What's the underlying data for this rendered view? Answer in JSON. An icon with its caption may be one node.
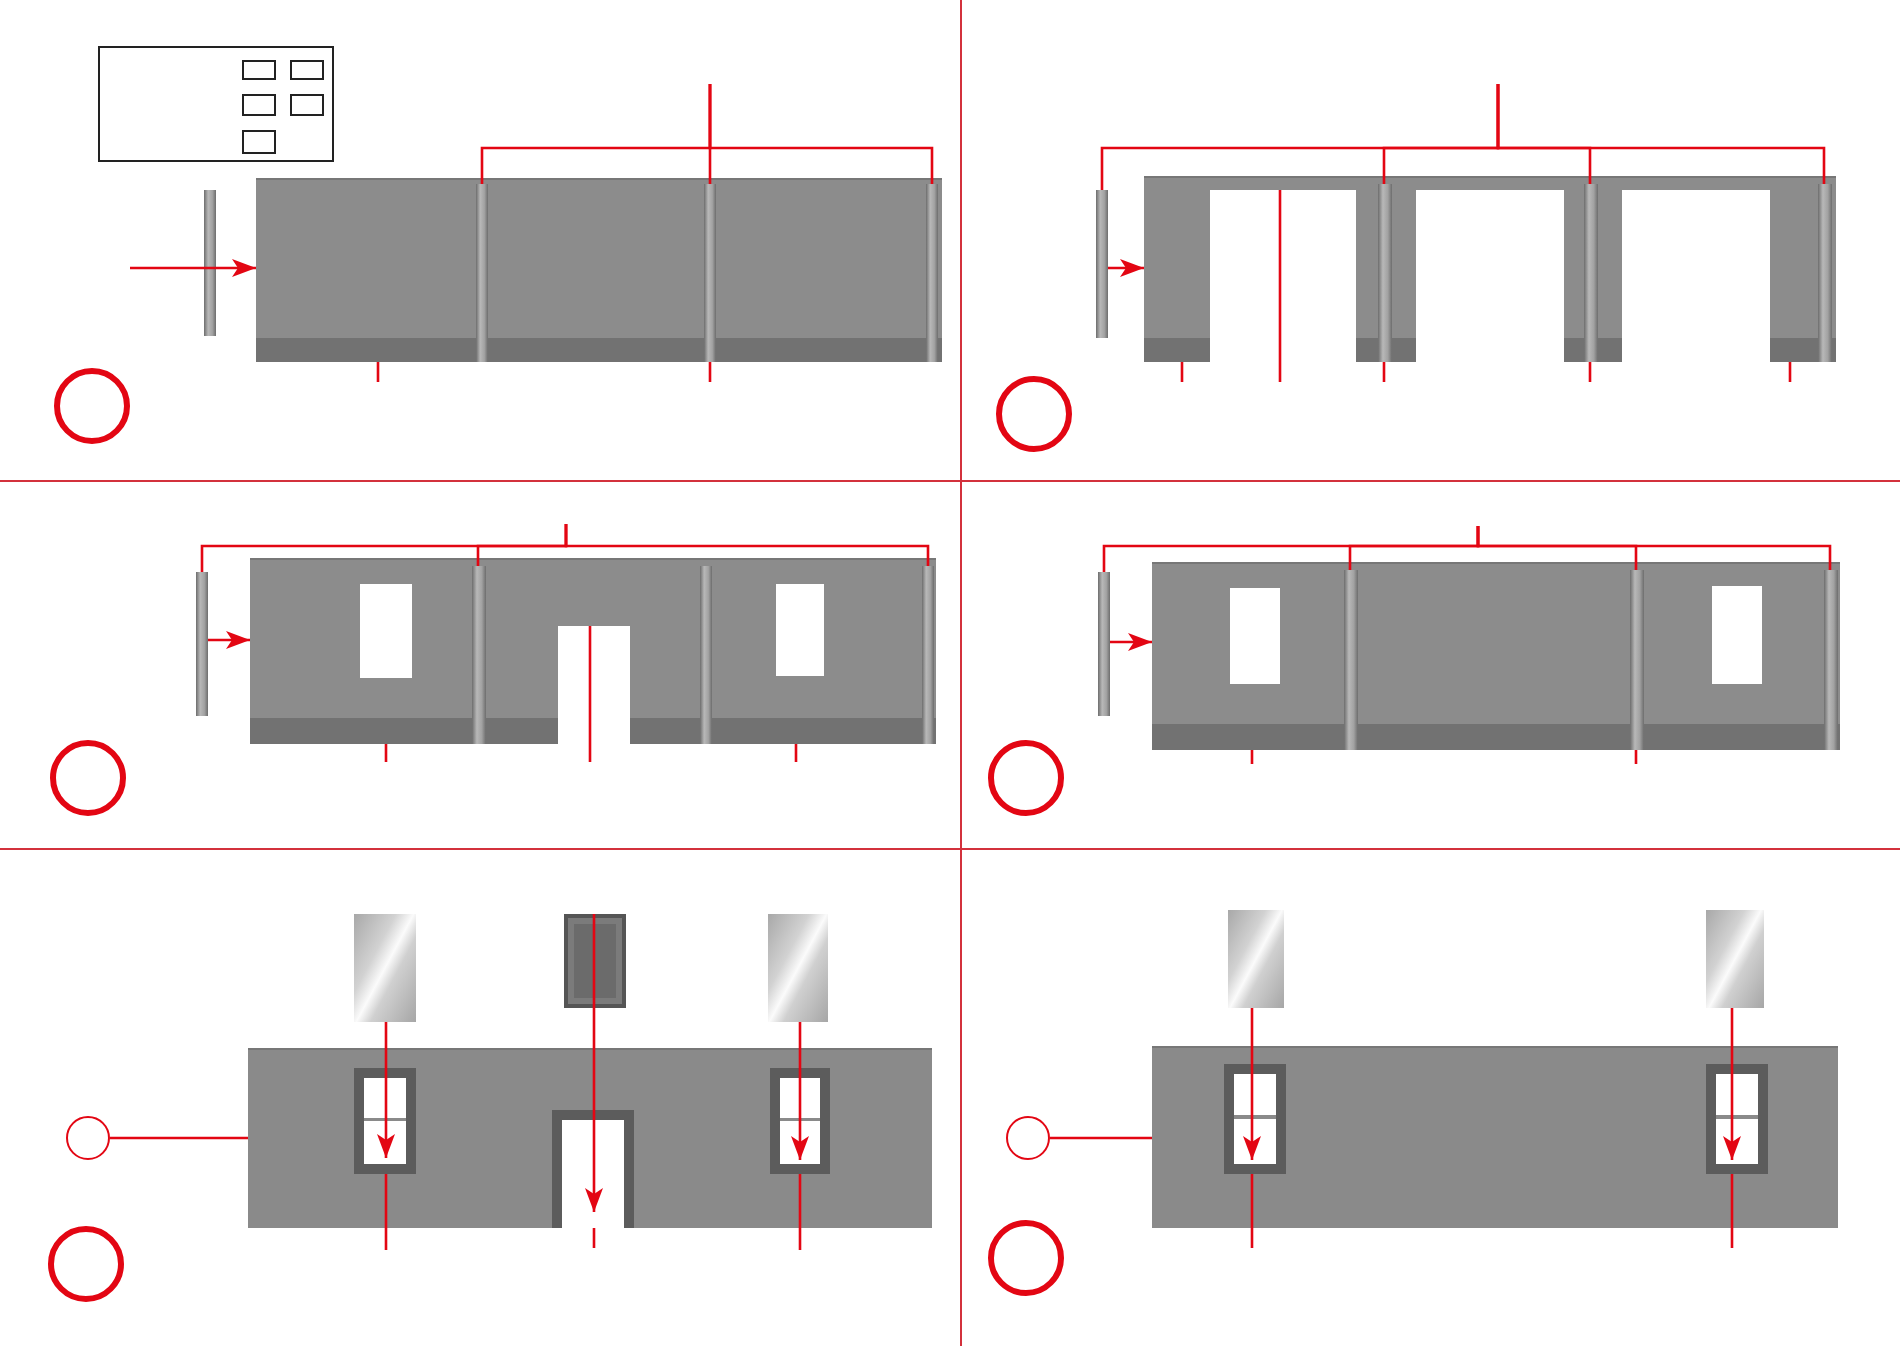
{
  "diagram": {
    "nodes": [
      {
        "text": [],
        "shape": "bar"
      },
      {
        "text": [],
        "shape": "picture"
      },
      {
        "text": [],
        "shape": "bar",
        "in": 1
      },
      {
        "text": [],
        "shape": "bar",
        "in": 1
      },
      {
        "text": [],
        "shape": "bar",
        "in": 1
      },
      {
        "text": [],
        "shape": "circle"
      },
      {
        "text": [],
        "shape": "bar"
      },
      {
        "text": [],
        "shape": "picture"
      },
      {
        "text": [],
        "shape": "bar",
        "in": 7
      },
      {
        "text": [],
        "shape": "bar",
        "in": 7
      },
      {
        "text": [],
        "shape": "bar",
        "in": 7
      },
      {
        "text": [],
        "shape": "circle"
      },
      {
        "text": [],
        "shape": "bar"
      },
      {
        "text": [],
        "shape": "picture"
      },
      {
        "text": [],
        "shape": "bar",
        "in": 13
      },
      {
        "text": [],
        "shape": "bar",
        "in": 13
      },
      {
        "text": [],
        "shape": "bar",
        "in": 13
      },
      {
        "text": [],
        "shape": "circle"
      },
      {
        "text": [],
        "shape": "bar"
      },
      {
        "text": [],
        "shape": "picture"
      },
      {
        "text": [],
        "shape": "bar",
        "in": 19
      },
      {
        "text": [],
        "shape": "bar",
        "in": 19
      },
      {
        "text": [],
        "shape": "bar",
        "in": 19
      },
      {
        "text": [],
        "shape": "circle"
      },
      {
        "text": [],
        "shape": "picture"
      },
      {
        "text": [],
        "shape": "picture"
      },
      {
        "text": [],
        "shape": "picture"
      },
      {
        "text": [],
        "shape": "picture"
      },
      {
        "text": [],
        "shape": "box",
        "in": 27
      },
      {
        "text": [],
        "shape": "box",
        "in": 27
      },
      {
        "text": [],
        "shape": "box",
        "in": 27
      },
      {
        "text": [],
        "shape": "circle"
      },
      {
        "text": [],
        "shape": "circle"
      },
      {
        "text": [],
        "shape": "picture"
      },
      {
        "text": [],
        "shape": "picture"
      },
      {
        "text": [],
        "shape": "picture"
      },
      {
        "text": [],
        "shape": "box",
        "in": 35
      },
      {
        "text": [],
        "shape": "box",
        "in": 35
      },
      {
        "text": [],
        "shape": "circle"
      },
      {
        "text": [],
        "shape": "circle"
      }
    ],
    "edges": [
      {
        "from": null,
        "to": 1,
        "arrow": "to"
      },
      {
        "from": null,
        "to": 2,
        "arrow": "none"
      },
      {
        "from": null,
        "to": 3,
        "arrow": "none"
      },
      {
        "from": null,
        "to": 4,
        "arrow": "none"
      },
      {
        "from": null,
        "to": 1,
        "arrow": "none"
      },
      {
        "from": null,
        "to": 3,
        "arrow": "none"
      },
      {
        "from": 6,
        "to": 7,
        "arrow": "to"
      },
      {
        "from": null,
        "to": 6,
        "arrow": "none"
      },
      {
        "from": null,
        "to": 8,
        "arrow": "none"
      },
      {
        "from": null,
        "to": 9,
        "arrow": "none"
      },
      {
        "from": null,
        "to": 10,
        "arrow": "none"
      },
      {
        "from": null,
        "to": 7,
        "arrow": "none"
      },
      {
        "from": null,
        "to": 7,
        "arrow": "none"
      },
      {
        "from": null,
        "to": 8,
        "arrow": "none"
      },
      {
        "from": null,
        "to": 9,
        "arrow": "none"
      },
      {
        "from": null,
        "to": 7,
        "arrow": "none"
      },
      {
        "from": 12,
        "to": 13,
        "arrow": "to"
      },
      {
        "from": null,
        "to": 12,
        "arrow": "none"
      },
      {
        "from": null,
        "to": 14,
        "arrow": "none"
      },
      {
        "from": null,
        "to": 16,
        "arrow": "none"
      },
      {
        "from": null,
        "to": 13,
        "arrow": "none"
      },
      {
        "from": null,
        "to": 13,
        "arrow": "none"
      },
      {
        "from": null,
        "to": 13,
        "arrow": "none"
      },
      {
        "from": 18,
        "to": 19,
        "arrow": "to"
      },
      {
        "from": null,
        "to": 18,
        "arrow": "none"
      },
      {
        "from": null,
        "to": 20,
        "arrow": "none"
      },
      {
        "from": null,
        "to": 21,
        "arrow": "none"
      },
      {
        "from": null,
        "to": 22,
        "arrow": "none"
      },
      {
        "from": null,
        "to": 19,
        "arrow": "none"
      },
      {
        "from": null,
        "to": 21,
        "arrow": "none"
      },
      {
        "from": 24,
        "to": 28,
        "arrow": "to"
      },
      {
        "from": 25,
        "to": 29,
        "arrow": "to"
      },
      {
        "from": 26,
        "to": 30,
        "arrow": "to"
      },
      {
        "from": 31,
        "to": 27,
        "arrow": "none"
      },
      {
        "from": null,
        "to": 28,
        "arrow": "none"
      },
      {
        "from": null,
        "to": 29,
        "arrow": "none"
      },
      {
        "from": null,
        "to": 30,
        "arrow": "none"
      },
      {
        "from": 33,
        "to": 36,
        "arrow": "to"
      },
      {
        "from": 34,
        "to": 37,
        "arrow": "to"
      },
      {
        "from": 38,
        "to": 35,
        "arrow": "none"
      },
      {
        "from": null,
        "to": 36,
        "arrow": "none"
      },
      {
        "from": null,
        "to": 37,
        "arrow": "none"
      }
    ]
  }
}
